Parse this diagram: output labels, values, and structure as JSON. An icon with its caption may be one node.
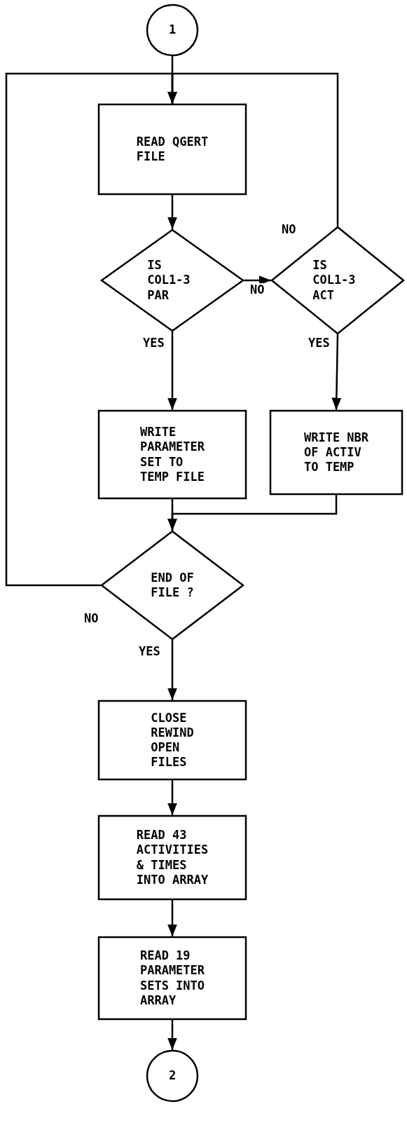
{
  "diagram": {
    "nodes": [
      {
        "text": [
          "1"
        ]
      },
      {
        "text": [
          "READ QGERT FILE"
        ]
      },
      {
        "text": [
          "IS COL1-3 PAR"
        ]
      },
      {
        "text": [
          "IS COL1-3 ACT"
        ]
      },
      {
        "text": [
          "WRITE PARAMETER SET TO TEMP FILE"
        ]
      },
      {
        "text": [
          "WRITE NBR OF ACTIV TO TEMP"
        ]
      },
      {
        "text": [
          "END OF FILE ?"
        ]
      },
      {
        "text": [
          "CLOSE REWIND OPEN FILES"
        ]
      },
      {
        "text": [
          "READ 43 ACTIVITIES & TIMES INTO ARRAY"
        ]
      },
      {
        "text": [
          "READ 19 PARAMETER SETS INTO ARRAY"
        ]
      },
      {
        "text": [
          "2"
        ]
      }
    ],
    "edges": [
      {
        "from": 0,
        "to": 1,
        "arrow": "to"
      },
      {
        "from": 1,
        "to": 2,
        "arrow": "to"
      },
      {
        "from": 2,
        "to": 3,
        "arrow": "to",
        "label": "NO"
      },
      {
        "from": 2,
        "to": 4,
        "arrow": "to",
        "label": "YES"
      },
      {
        "from": 3,
        "to": 5,
        "arrow": "to",
        "label": "YES"
      },
      {
        "from": 4,
        "to": 6,
        "arrow": "to"
      },
      {
        "from": 5,
        "to": 6,
        "arrow": "to"
      },
      {
        "from": 6,
        "to": 1,
        "arrow": "to",
        "label": "NO"
      },
      {
        "from": 3,
        "to": 1,
        "arrow": "to",
        "label": "NO"
      },
      {
        "from": 6,
        "to": 7,
        "arrow": "to",
        "label": "YES"
      },
      {
        "from": 7,
        "to": 8,
        "arrow": "to"
      },
      {
        "from": 8,
        "to": 9,
        "arrow": "to"
      },
      {
        "from": 9,
        "to": 10,
        "arrow": "to"
      }
    ]
  }
}
